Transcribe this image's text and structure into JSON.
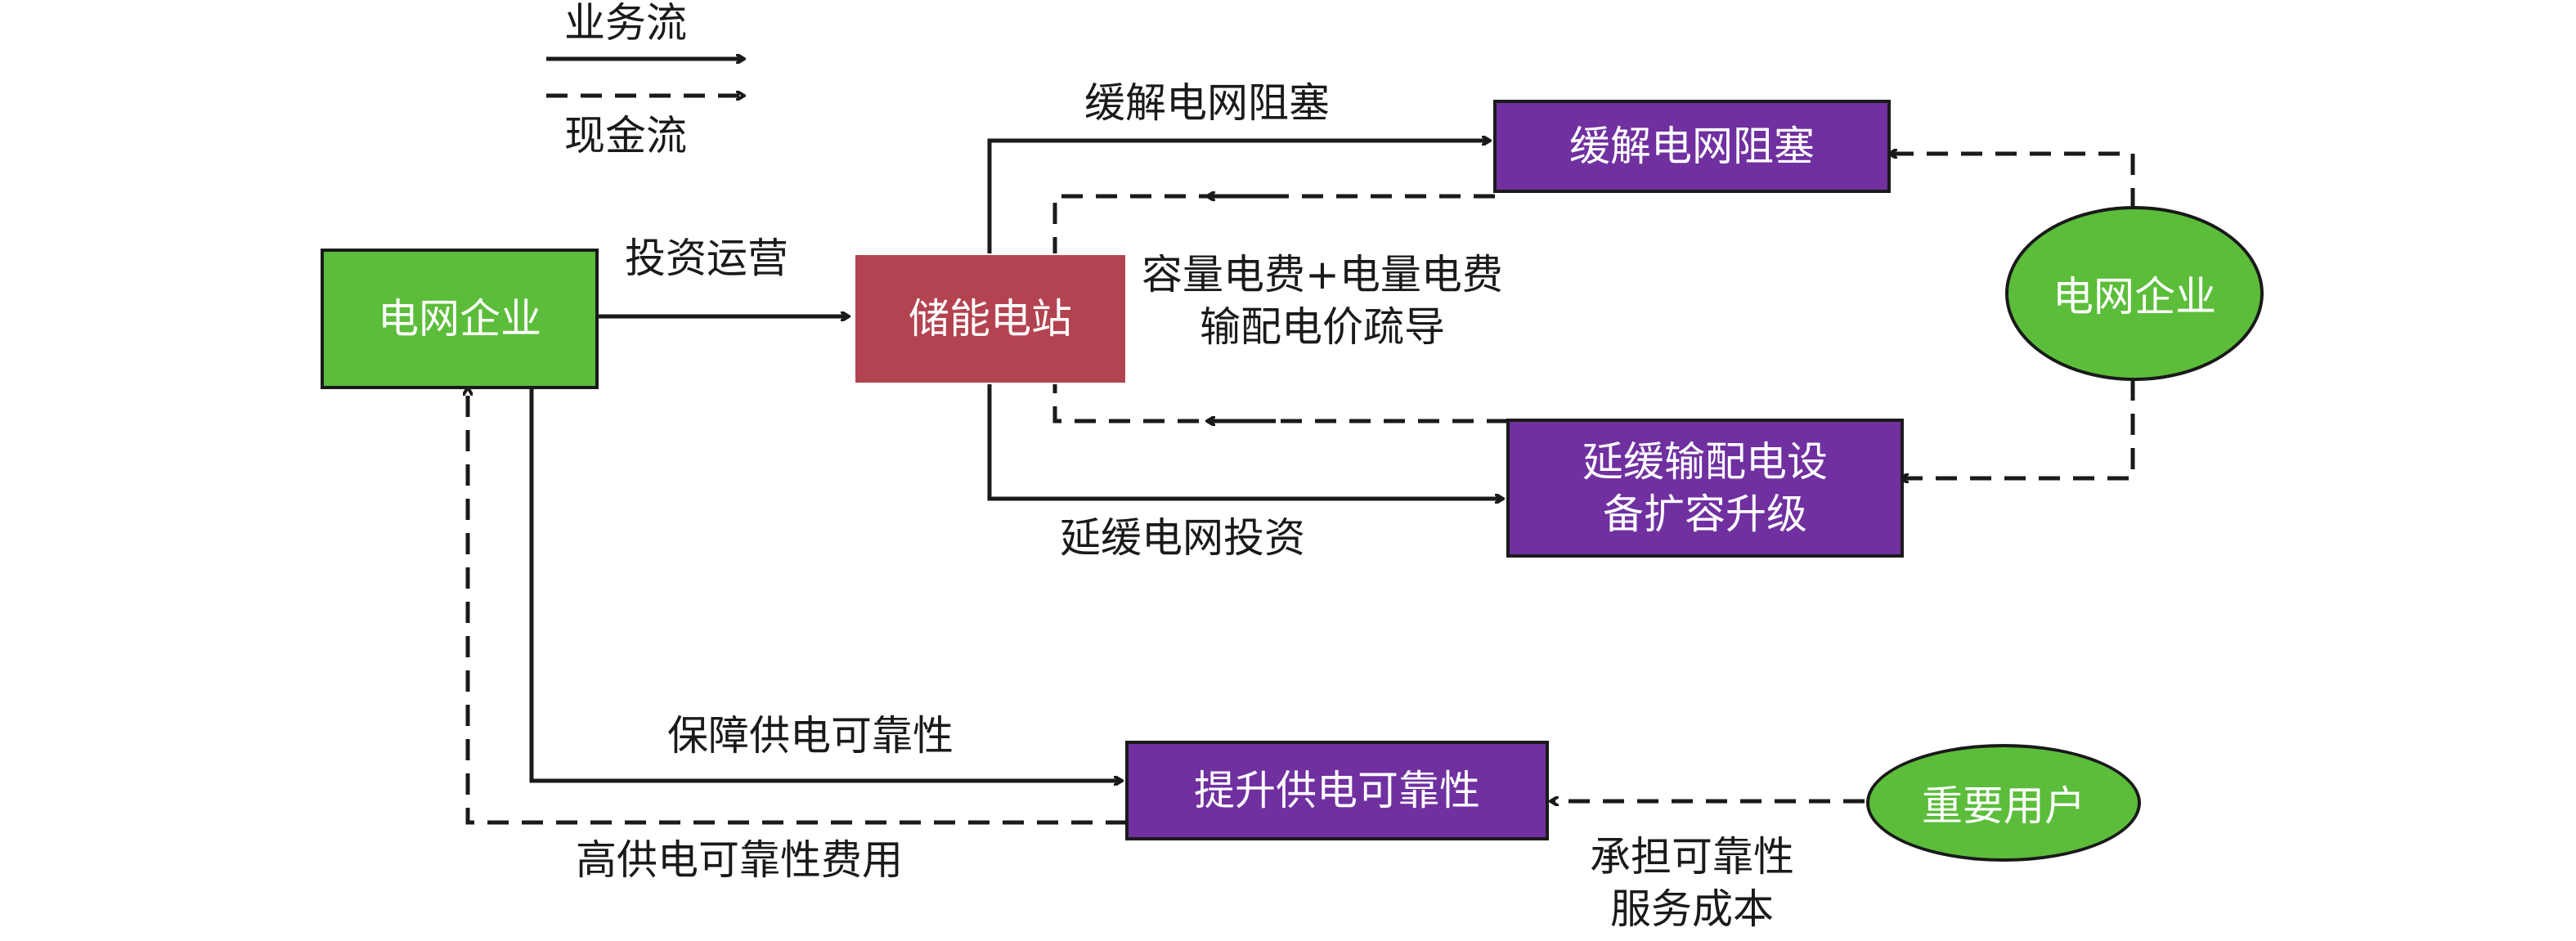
{
  "legend": {
    "business_flow": "业务流",
    "cash_flow": "现金流"
  },
  "nodes": {
    "grid_company_left": "电网企业",
    "storage_station": "储能电站",
    "relieve_congestion": "缓解电网阻塞",
    "defer_upgrade_line1": "延缓输配电设",
    "defer_upgrade_line2": "备扩容升级",
    "improve_reliability": "提升供电可靠性",
    "grid_company_right": "电网企业",
    "key_users": "重要用户"
  },
  "edge_labels": {
    "invest_operate": "投资运营",
    "relieve_congestion": "缓解电网阻塞",
    "capacity_fee_line1": "容量电费+电量电费",
    "capacity_fee_line2": "输配电价疏导",
    "defer_investment": "延缓电网投资",
    "ensure_reliability": "保障供电可靠性",
    "reliability_fee": "高供电可靠性费用",
    "bear_cost_line1": "承担可靠性",
    "bear_cost_line2": "服务成本"
  },
  "colors": {
    "node_green": "#5bbd3a",
    "node_red": "#b34350",
    "node_purple": "#7030a0",
    "line": "#1a1a1a"
  }
}
